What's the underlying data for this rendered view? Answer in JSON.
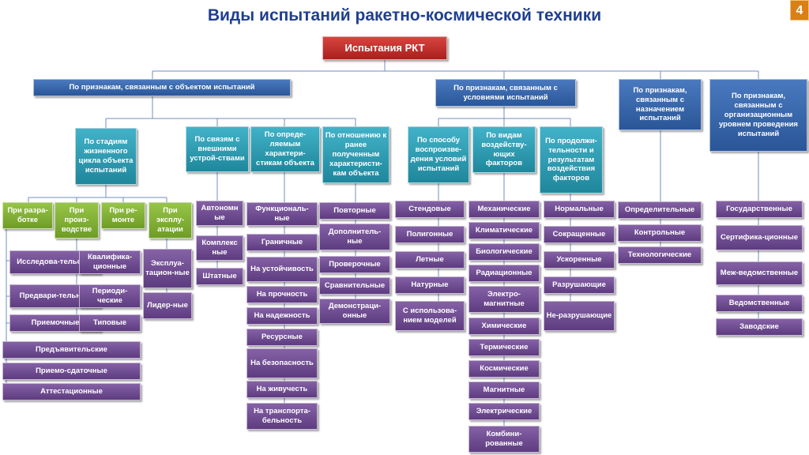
{
  "title": "Виды испытаний ракетно-космической техники",
  "page_number": "4",
  "root": "Испытания РКТ",
  "level1": [
    "По признакам, связанным с объектом испытаний",
    "По признакам, связанным с условиями испытаний",
    "По признакам, связанным с назначением испытаний",
    "По признакам, связанным с организационным уровнем проведения испытаний"
  ],
  "object_groups": [
    "По стадиям жизненного цикла объекта испытаний",
    "По связям с внешними устрой-ствами",
    "По опреде-ляемым характери-стикам объекта",
    "По отношению к ранее полученным характеристи-кам объекта"
  ],
  "condition_groups": [
    "По способу воспроизве-дения условий испытаний",
    "По видам воздейству-ющих факторов",
    "По продолжи-тельности и результатам воздействия факторов"
  ],
  "lifecycle_stages": [
    "При разра-ботке",
    "При произ-водстве",
    "При ре-монте",
    "При эксплу-атации"
  ],
  "development": [
    "Исследова-тельские",
    "Предвари-тельные",
    "Приемочные"
  ],
  "production": [
    "Квалифика-ционные",
    "Периоди-ческие",
    "Типовые"
  ],
  "operation": [
    "Эксплуа-тацион-ные",
    "Лидер-ные"
  ],
  "lifecycle_common": [
    "Предъявительские",
    "Приемо-сдаточные",
    "Аттестационные"
  ],
  "external": [
    "Автономн ые",
    "Комплекс ные",
    "Штатные"
  ],
  "characteristics": [
    "Функциональ-ные",
    "Граничные",
    "На устойчивость",
    "На прочность",
    "На надежность",
    "Ресурсные",
    "На безопасность",
    "На живучесть",
    "На транспорта-бельность"
  ],
  "previous": [
    "Повторные",
    "Дополнитель-ные",
    "Проверочные",
    "Сравнительные",
    "Демонстраци-онные"
  ],
  "reproduction": [
    "Стендовые",
    "Полигонные",
    "Летные",
    "Натурные",
    "С использова-нием моделей"
  ],
  "factors": [
    "Механические",
    "Климатические",
    "Биологические",
    "Радиационные",
    "Электро-магнитные",
    "Химические",
    "Термические",
    "Космические",
    "Магнитные",
    "Электрические",
    "Комбини-рованные"
  ],
  "duration": [
    "Нормальные",
    "Сокращенные",
    "Ускоренные",
    "Разрушающие",
    "Не-разрушающие"
  ],
  "purpose": [
    "Определительные",
    "Контрольные",
    "Технологические"
  ],
  "org_level": [
    "Государственные",
    "Сертифика-ционные",
    "Меж-ведомственные",
    "Ведомственные",
    "Заводские"
  ]
}
